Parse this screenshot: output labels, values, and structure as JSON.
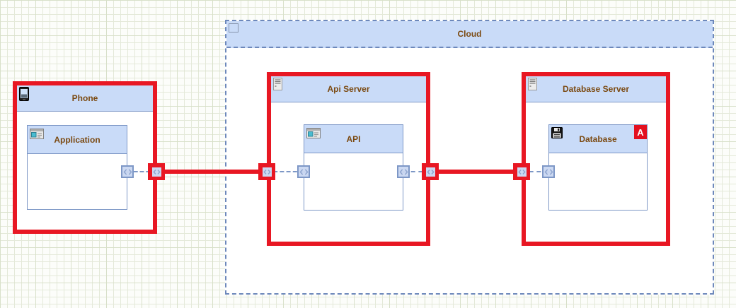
{
  "diagram": {
    "cloud": {
      "label": "Cloud"
    },
    "nodes": [
      {
        "id": "phone",
        "label": "Phone",
        "component": {
          "label": "Application"
        }
      },
      {
        "id": "api-server",
        "label": "Api Server",
        "component": {
          "label": "API"
        }
      },
      {
        "id": "database-server",
        "label": "Database Server",
        "component": {
          "label": "Database"
        },
        "badge": "A"
      }
    ],
    "icons": {
      "cloud_corner": "node-symbol-icon",
      "phone": "phone-icon",
      "servers": "server-tower-icon",
      "components": "window-component-icon",
      "database": "floppy-disk-icon",
      "ports": "port-bidirectional-arrow-icon"
    },
    "colors": {
      "selection_red": "#e81723",
      "header_fill": "#c9dbf8",
      "shape_border_blue": "#7d97c6",
      "cloud_dash_border": "#6d88bb",
      "label_brown": "#7b4a12",
      "badge_red": "#e3101f",
      "grid_line": "#e4e9d9",
      "canvas_bg": "#fcfdfa"
    }
  }
}
